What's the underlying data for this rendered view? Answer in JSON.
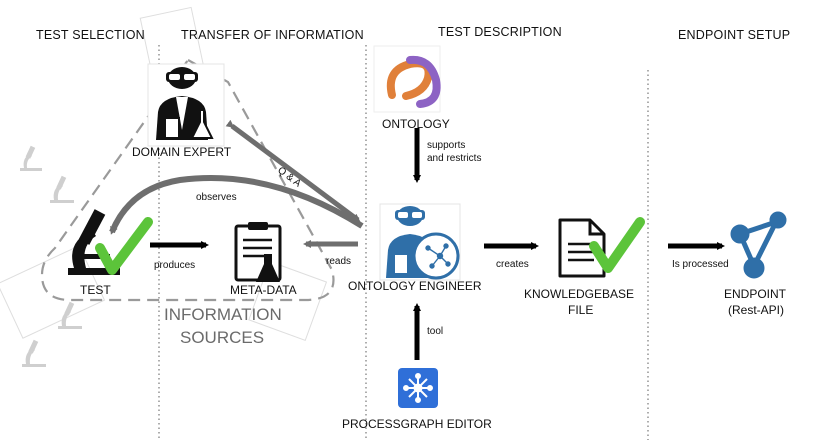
{
  "headers": {
    "test_selection": "TEST SELECTION",
    "transfer_of_information": "TRANSFER OF INFORMATION",
    "test_description": "TEST DESCRIPTION",
    "endpoint_setup": "ENDPOINT SETUP"
  },
  "nodes": {
    "domain_expert": "DOMAIN EXPERT",
    "test": "TEST",
    "meta_data": "META-DATA",
    "ontology": "ONTOLOGY",
    "ontology_engineer": "ONTOLOGY ENGINEER",
    "knowledgebase_file_line1": "KNOWLEDGEBASE",
    "knowledgebase_file_line2": "FILE",
    "endpoint_line1": "ENDPOINT",
    "endpoint_line2": "(Rest-API)",
    "processgraph_editor": "PROCESSGRAPH EDITOR",
    "information_sources_line1": "INFORMATION",
    "information_sources_line2": "SOURCES"
  },
  "edges": {
    "q_and_a": "Q & A",
    "observes": "observes",
    "produces": "produces",
    "reads": "reads",
    "supports_line1": "supports",
    "supports_line2": "and restricts",
    "creates": "creates",
    "tool": "tool",
    "is_processed": "Is processed"
  },
  "colors": {
    "accent_blue": "#2f6fa8",
    "check_green": "#5cc43a",
    "arrow_gray": "#6e6e6e",
    "dashed_gray": "#9a9a9a",
    "ontology_orange": "#e0803a",
    "ontology_purple": "#8d63c4",
    "editor_blue": "#2f6fd8"
  }
}
